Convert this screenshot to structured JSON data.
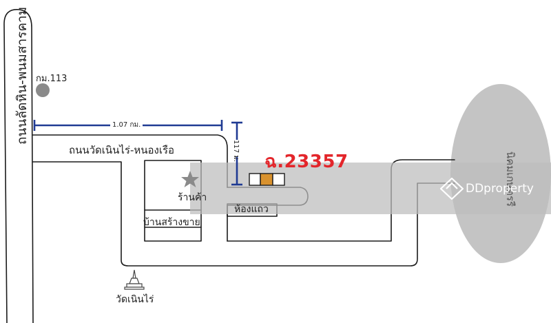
{
  "map": {
    "main_road": "ถนนลัดหิน-พนมสารคาม",
    "side_road": "ถนนวัดเนินไร่-หนองเรือ",
    "km_marker": "กม.113",
    "distance_horizontal": "1.07 กม.",
    "distance_vertical": "117 ม.",
    "plot_number": "ฉ.23357",
    "shop_label": "ร้านค้า",
    "townhouse_label": "ห้องแถว",
    "house_label": "บ้านสร้างขาย",
    "temple_label": "วัดเนินไร่",
    "area_label": "นิคมเกษตรรื",
    "watermark_brand": "DDproperty",
    "colors": {
      "plot_red": "#e3262b",
      "dimension_blue": "#1f3a93",
      "plot_orange": "#d9922e",
      "highlight_band": "#c8c8c8",
      "area_ellipse": "#c4c4c4"
    },
    "icons": [
      "km-marker-icon",
      "star-icon",
      "temple-stupa-icon",
      "ddproperty-logo-icon"
    ]
  }
}
